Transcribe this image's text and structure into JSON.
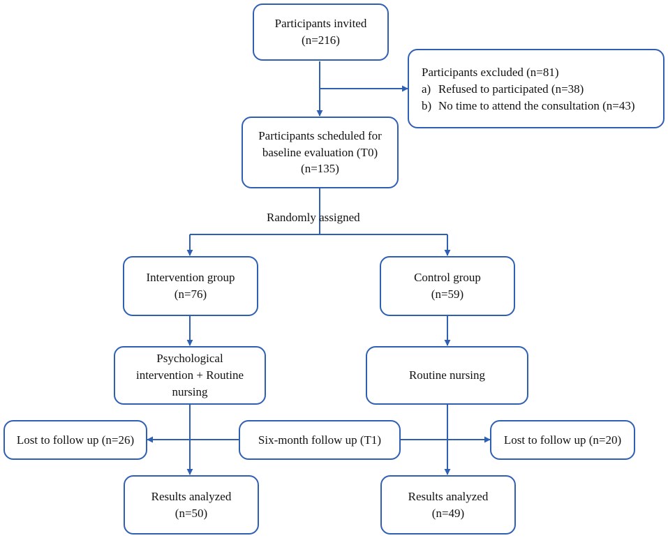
{
  "colors": {
    "border": "#2f5fb3",
    "arrow": "#2f5fb3",
    "text": "#111111"
  },
  "nodes": {
    "invited": {
      "line1": "Participants invited",
      "line2": "(n=216)"
    },
    "excluded": {
      "title": "Participants excluded (n=81)",
      "items": [
        {
          "tag": "a)",
          "text": "Refused to participated (n=38)"
        },
        {
          "tag": "b)",
          "text": "No time to attend the consultation (n=43)"
        }
      ]
    },
    "scheduled": {
      "line1": "Participants scheduled for",
      "line2": "baseline evaluation (T0)",
      "line3": "(n=135)"
    },
    "intervention": {
      "line1": "Intervention group",
      "line2": "(n=76)"
    },
    "control": {
      "line1": "Control group",
      "line2": "(n=59)"
    },
    "psych": {
      "line1": "Psychological",
      "line2": "intervention + Routine",
      "line3": "nursing"
    },
    "routine": {
      "line1": "Routine nursing"
    },
    "lost_left": {
      "line1": "Lost to follow up (n=26)"
    },
    "followup": {
      "line1": "Six-month follow up (T1)"
    },
    "lost_right": {
      "line1": "Lost to follow up (n=20)"
    },
    "results_left": {
      "line1": "Results analyzed",
      "line2": "(n=50)"
    },
    "results_right": {
      "line1": "Results analyzed",
      "line2": "(n=49)"
    }
  },
  "edge_labels": {
    "random": "Randomly assigned"
  }
}
